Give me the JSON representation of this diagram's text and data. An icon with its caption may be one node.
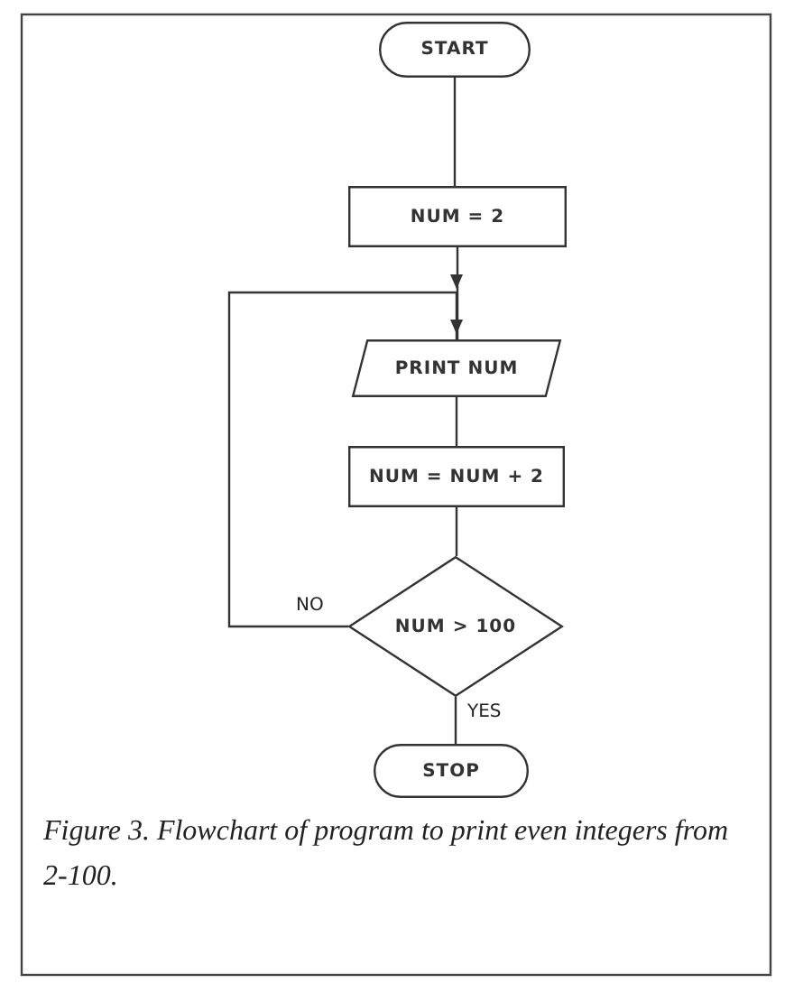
{
  "diagram": {
    "caption": "Figure 3. Flowchart of program to print even integers from 2-100.",
    "nodes": [
      {
        "text": [
          "START"
        ]
      },
      {
        "text": [
          "NUM = 2"
        ]
      },
      {
        "text": [
          "PRINT NUM"
        ]
      },
      {
        "text": [
          "NUM = NUM + 2"
        ]
      },
      {
        "text": [
          "NUM > 100"
        ]
      },
      {
        "text": [
          "STOP"
        ]
      }
    ],
    "edges": [
      {
        "from": 0,
        "to": 1,
        "arrow": "none"
      },
      {
        "from": 1,
        "to": 2,
        "arrow": "to"
      },
      {
        "from": 2,
        "to": 3,
        "arrow": "none"
      },
      {
        "from": 3,
        "to": 4,
        "arrow": "none"
      },
      {
        "from": 4,
        "to": 2,
        "arrow": "to",
        "label": "NO"
      },
      {
        "from": 4,
        "to": 5,
        "arrow": "none",
        "label": "YES"
      }
    ]
  }
}
